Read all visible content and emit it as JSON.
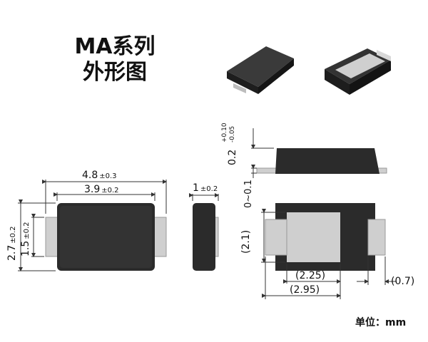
{
  "title": {
    "line1": "MA系列",
    "line2": "外形图"
  },
  "unit_label": "单位：mm",
  "dimensions": {
    "total_length": {
      "value": "4.8",
      "tol": "±0.3"
    },
    "body_length": {
      "value": "3.9",
      "tol": "±0.2"
    },
    "body_width": {
      "value": "2.7",
      "tol": "±0.2"
    },
    "lead_width": {
      "value": "1.5",
      "tol": "±0.2"
    },
    "thickness": {
      "value": "1",
      "tol": "±0.2"
    },
    "height": {
      "value": "0.2",
      "tol_plus": "+0.10",
      "tol_minus": "-0.05"
    },
    "standoff": "0~0.1",
    "pad_height": "(2.1)",
    "pad_gap": "(2.25)",
    "pad_span": "(2.95)",
    "pad_width": "(0.7)"
  },
  "colors": {
    "body": "#2b2b2b",
    "lead": "#c9c9c9",
    "line": "#333333"
  }
}
